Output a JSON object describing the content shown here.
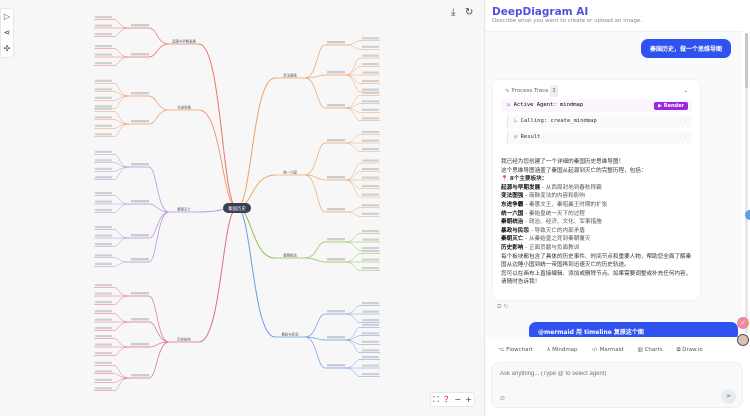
{
  "canvas": {
    "toolbar": [
      {
        "icon": "chevron-right-icon",
        "glyph": "▷"
      },
      {
        "icon": "share-icon",
        "glyph": "⋖"
      },
      {
        "icon": "network-icon",
        "glyph": "✣"
      }
    ],
    "top_actions": [
      {
        "icon": "download-icon",
        "glyph": "⤓"
      },
      {
        "icon": "refresh-icon",
        "glyph": "↻"
      }
    ],
    "zoom_controls": [
      {
        "icon": "fit-screen-icon",
        "glyph": "⛶"
      },
      {
        "icon": "help-icon",
        "glyph": "❓"
      },
      {
        "icon": "zoom-out-icon",
        "glyph": "−"
      },
      {
        "icon": "zoom-in-icon",
        "glyph": "+"
      }
    ],
    "mindmap": {
      "root": "秦国历史",
      "branches": [
        "起源与早期发展",
        "变法图强",
        "东进争霸",
        "统一六国",
        "秦朝统治",
        "暴政与民怨",
        "秦朝灭亡",
        "历史影响"
      ],
      "colors": [
        "#e8766a",
        "#f0a060",
        "#f29a6a",
        "#f0a868",
        "#8bc34a",
        "#6a9ae8",
        "#b38ee0",
        "#e06a8a"
      ]
    }
  },
  "panel": {
    "title": "DeepDiagram AI",
    "subtitle": "Describe what you want to create or upload an image.",
    "user_message_1": "秦国历史，做一个思维导图",
    "trace": {
      "label": "Process Trace",
      "count": "3",
      "agent": "Active Agent: mindmap",
      "render": "▶ Render",
      "calling": "Calling: create_mindmap",
      "result": "Result"
    },
    "reply": {
      "intro": "我已经为您创建了一个详细的秦国历史思维导图！",
      "line2": "这个思维导图涵盖了秦国从起源到灭亡的完整历程，包括：",
      "heading": "📍 8个主要板块：",
      "items": [
        {
          "b": "起源与早期发展",
          "t": " - 从西周封地到春秋称霸"
        },
        {
          "b": "变法图强",
          "t": " - 商鞅变法的内容和影响"
        },
        {
          "b": "东进争霸",
          "t": " - 秦惠文王、秦昭襄王时期的扩张"
        },
        {
          "b": "统一六国",
          "t": " - 秦始皇统一天下的过程"
        },
        {
          "b": "秦朝统治",
          "t": " - 政治、经济、文化、军事措施"
        },
        {
          "b": "暴政与民怨",
          "t": " - 导致灭亡的内部矛盾"
        },
        {
          "b": "秦朝灭亡",
          "t": " - 从秦始皇之死到秦朝覆灭"
        },
        {
          "b": "历史影响",
          "t": " - 正面贡献与负面教训"
        }
      ],
      "outro1": "每个板块都包含了具体的历史事件、时间节点和重要人物，帮助您全面了解秦国从边陲小国到统一帝国再到迅速灭亡的历史轨迹。",
      "outro2": "您可以在画布上直接编辑、添加或删除节点。如果需要调整或补充任何内容，请随时告诉我！"
    },
    "user_message_2": "@mermaid 用 timeline 复原这个图",
    "chips": [
      {
        "icon": "flowchart-icon",
        "glyph": "⌥",
        "label": "Flowchart"
      },
      {
        "icon": "mindmap-icon",
        "glyph": "⅄",
        "label": "Mindmap"
      },
      {
        "icon": "code-icon",
        "glyph": "‹/›",
        "label": "Mermaid"
      },
      {
        "icon": "chart-icon",
        "glyph": "▥",
        "label": "Charts"
      },
      {
        "icon": "drawio-icon",
        "glyph": "⧉",
        "label": "Draw.io"
      }
    ],
    "input_placeholder": "Ask anything... (Type @ to select agent)"
  }
}
